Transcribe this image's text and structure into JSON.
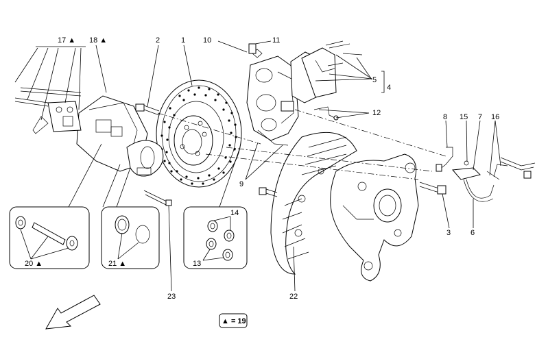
{
  "callouts": {
    "c1": "1",
    "c2": "2",
    "c3": "3",
    "c4": "4",
    "c5": "5",
    "c6": "6",
    "c7": "7",
    "c8": "8",
    "c9": "9",
    "c10": "10",
    "c11": "11",
    "c12": "12",
    "c13": "13",
    "c14": "14",
    "c15": "15",
    "c16": "16",
    "c17": "17 ▲",
    "c18": "18 ▲",
    "c20": "20 ▲",
    "c21": "21 ▲",
    "c22": "22",
    "c23": "23"
  },
  "legend": "▲ = 19",
  "icons": {
    "direction_arrow": "front-direction-arrow-icon"
  }
}
